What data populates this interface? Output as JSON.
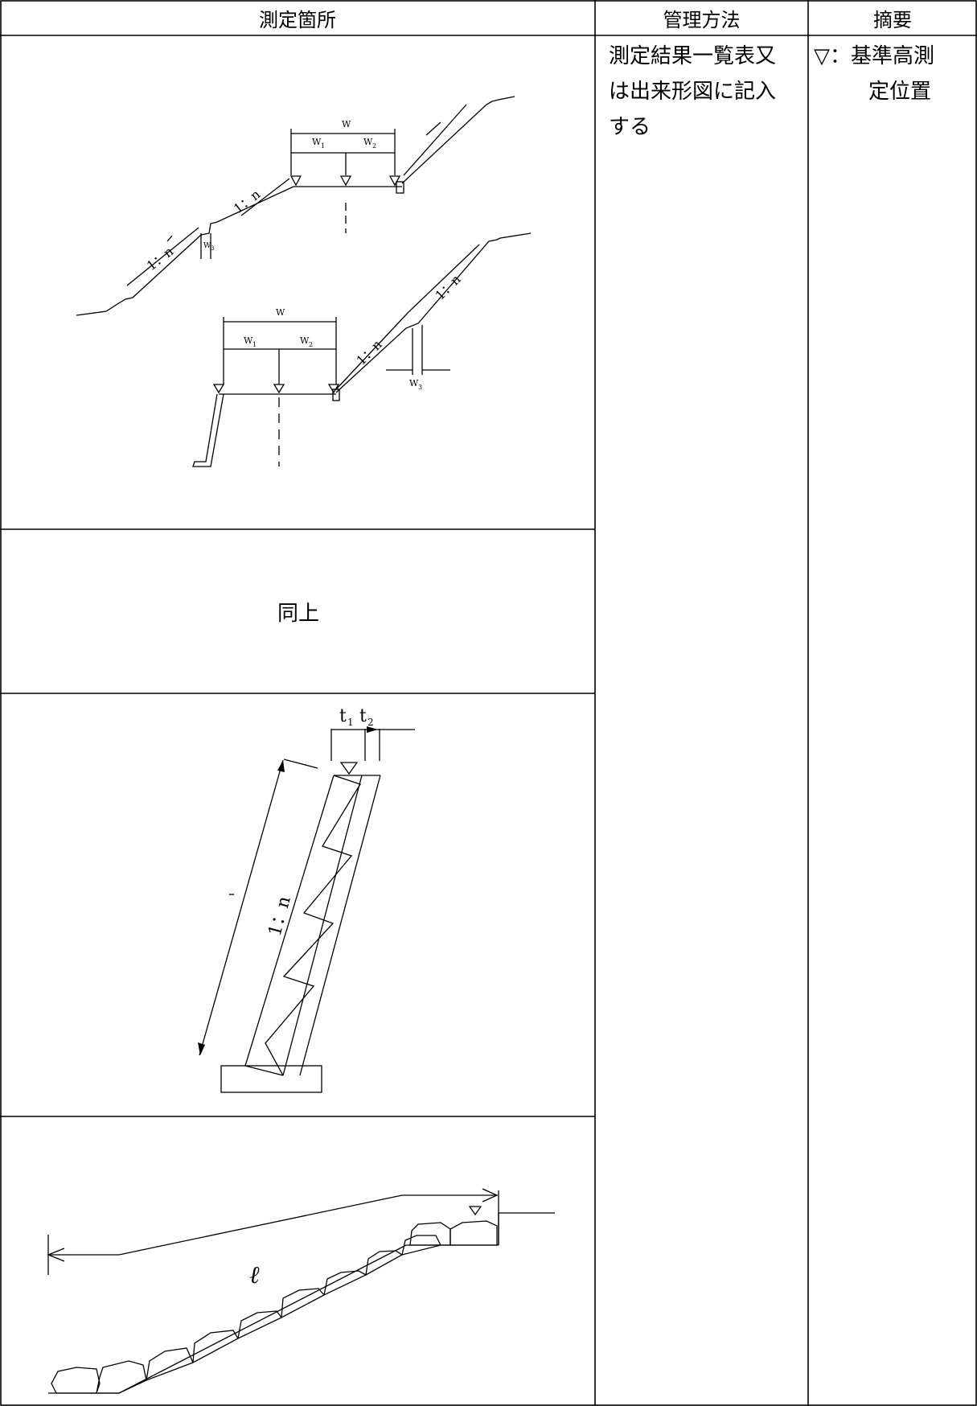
{
  "headers": {
    "location": "測定箇所",
    "method": "管理方法",
    "remarks": "摘要"
  },
  "method_text": [
    "測定結果一覧表又",
    "は出来形図に記入",
    "する"
  ],
  "remarks_text": [
    "▽：基準高測",
    "定位置"
  ],
  "row2_text": "同上",
  "figure1": {
    "w": "W",
    "w1": "W",
    "w1_sub": "1",
    "w2": "W",
    "w2_sub": "2",
    "w3": "W",
    "w3_sub": "3",
    "slope": "1：n"
  },
  "figure2": {
    "w": "W",
    "w1": "W",
    "w1_sub": "1",
    "w2": "W",
    "w2_sub": "2",
    "w3": "W",
    "w3_sub": "3",
    "slope": "1：n"
  },
  "figure3": {
    "t": "t",
    "t1_sub": "1",
    "t2_sub": "2",
    "slope": "1：n"
  },
  "figure4": {
    "length": "ℓ"
  }
}
